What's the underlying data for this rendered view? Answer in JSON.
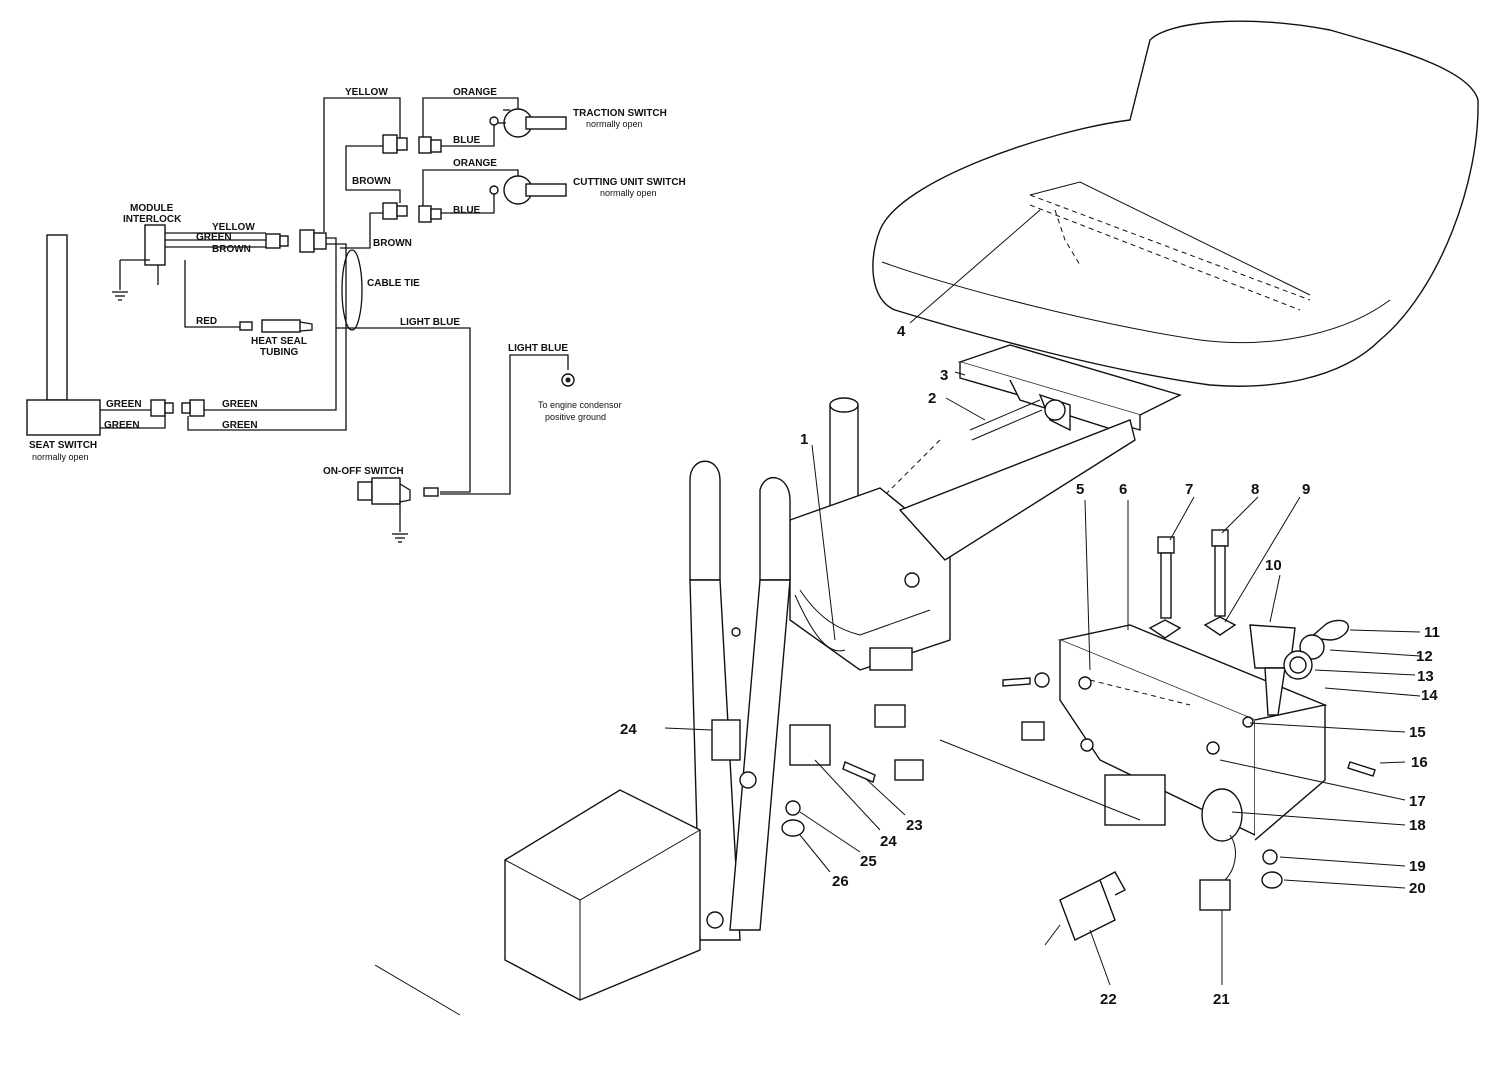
{
  "schematic": {
    "wires": {
      "yellow_top": "YELLOW",
      "orange_top": "ORANGE",
      "blue_top": "BLUE",
      "brown_mid": "BROWN",
      "orange_mid": "ORANGE",
      "blue_mid": "BLUE",
      "brown_low": "BROWN",
      "yellow_module": "YELLOW",
      "green_module": "GREEN",
      "brown_module": "BROWN",
      "red": "RED",
      "light_blue_1": "LIGHT BLUE",
      "light_blue_2": "LIGHT BLUE",
      "green_1": "GREEN",
      "green_2": "GREEN",
      "green_3": "GREEN",
      "green_4": "GREEN"
    },
    "components": {
      "traction_switch": "TRACTION SWITCH",
      "traction_switch_note": "normally open",
      "cutting_unit_switch": "CUTTING UNIT SWITCH",
      "cutting_unit_switch_note": "normally open",
      "module_line1": "MODULE",
      "module_line2": "INTERLOCK",
      "cable_tie": "CABLE TIE",
      "heat_seal_line1": "HEAT SEAL",
      "heat_seal_line2": "TUBING",
      "seat_switch": "SEAT SWITCH",
      "seat_switch_note": "normally open",
      "engine_line1": "To engine condensor",
      "engine_line2": "positive ground",
      "on_off_switch": "ON-OFF SWITCH"
    }
  },
  "callouts": [
    "1",
    "2",
    "3",
    "4",
    "5",
    "6",
    "7",
    "8",
    "9",
    "10",
    "11",
    "12",
    "13",
    "14",
    "15",
    "16",
    "17",
    "18",
    "19",
    "20",
    "21",
    "22",
    "23",
    "24",
    "24",
    "25",
    "26"
  ]
}
